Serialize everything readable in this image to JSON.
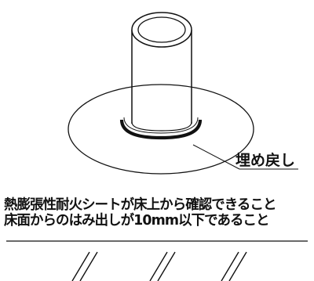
{
  "labels": {
    "backfill": "埋め戻し"
  },
  "notes": {
    "line1": "熱膨張性耐火シートが床上から確認できること",
    "line2": "床面からのはみ出しが10mm以下であること"
  },
  "colors": {
    "line": "#111111",
    "background": "#ffffff"
  }
}
